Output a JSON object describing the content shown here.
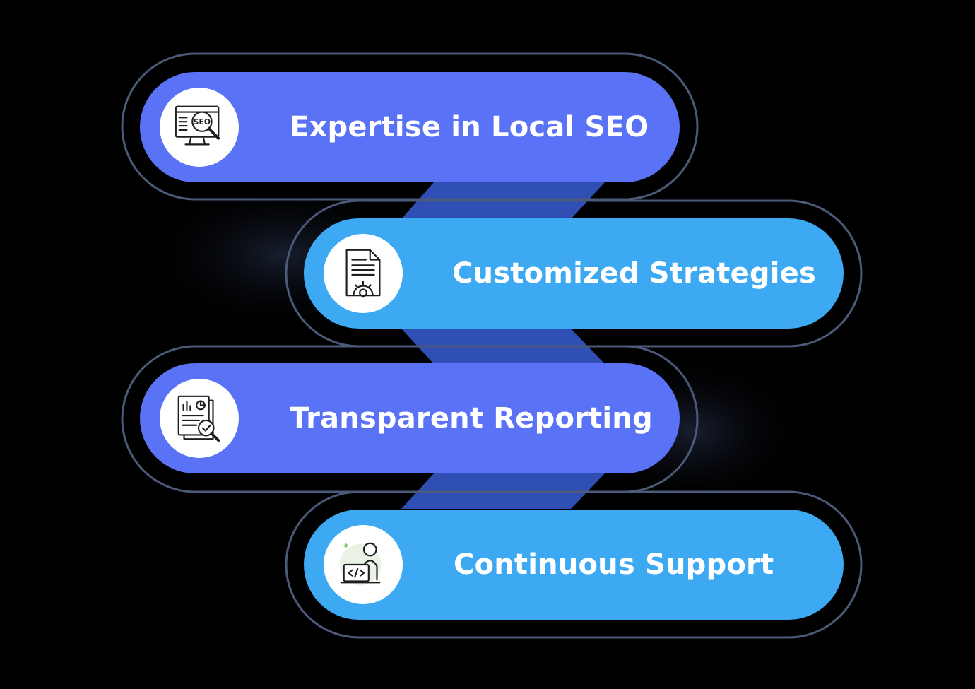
{
  "items": [
    {
      "label": "Expertise in Local SEO",
      "icon": "seo-monitor-icon",
      "color": "#5a72f5"
    },
    {
      "label": "Customized Strategies",
      "icon": "document-gear-icon",
      "color": "#3da9f2"
    },
    {
      "label": "Transparent Reporting",
      "icon": "report-magnifier-icon",
      "color": "#5a72f5"
    },
    {
      "label": "Continuous Support",
      "icon": "developer-laptop-icon",
      "color": "#3da9f2"
    }
  ],
  "icons": {
    "seo_text": "SEO"
  },
  "colors": {
    "background": "#000000",
    "indigo": "#5a72f5",
    "sky": "#3da9f2",
    "connector": "#2f4fb4",
    "outline": "#4a5a78"
  }
}
